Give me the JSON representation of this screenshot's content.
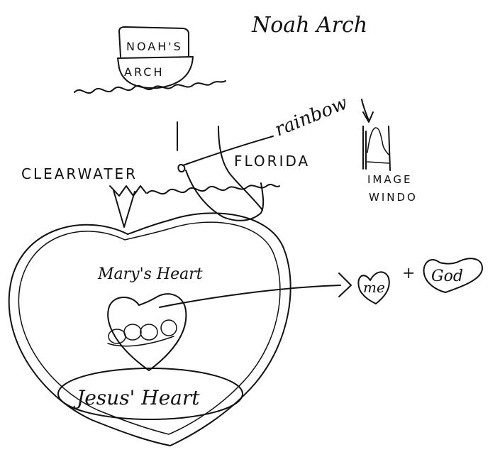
{
  "title": "Noah Arch",
  "ark_label_line1": "NOAH'S",
  "ark_label_line2": "ARCH",
  "rainbow_label": "rainbow",
  "city_label": "CLEARWATER",
  "state_label": "FLORIDA",
  "image_window_line1": "IMAGE",
  "image_window_line2": "WINDO",
  "marys_heart_label": "Mary's Heart",
  "me_label": "me",
  "plus_label": "+",
  "god_label": "God",
  "jesus_heart_label": "Jesus' Heart",
  "ink_color": "#111111",
  "paper_color": "#ffffff"
}
